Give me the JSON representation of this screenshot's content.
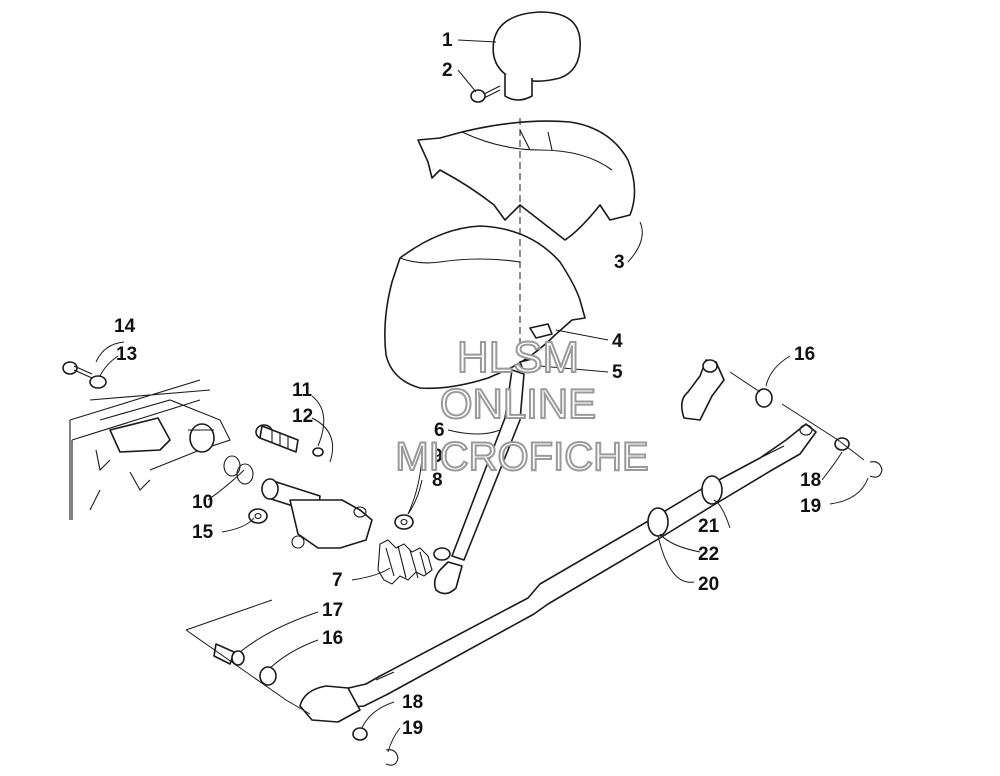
{
  "callouts": {
    "c1": "1",
    "c2": "2",
    "c3": "3",
    "c4": "4",
    "c5": "5",
    "c6": "6",
    "c7": "7",
    "c8": "8",
    "c9": "9",
    "c10": "10",
    "c11": "11",
    "c12": "12",
    "c13": "13",
    "c14": "14",
    "c15": "15",
    "c16a": "16",
    "c16b": "16",
    "c17": "17",
    "c18a": "18",
    "c18b": "18",
    "c19a": "19",
    "c19b": "19",
    "c20": "20",
    "c21": "21",
    "c22": "22"
  },
  "watermark": {
    "line1": "HLSM",
    "line2": "ONLINE",
    "line3": "MICROFICHE",
    "color": "#9a9a9a"
  }
}
